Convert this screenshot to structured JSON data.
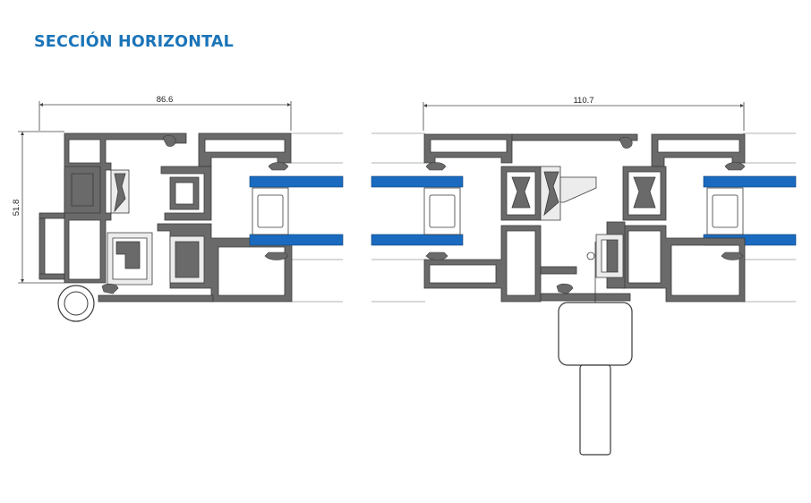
{
  "page": {
    "title": "SECCIÓN HORIZONTAL"
  },
  "colors": {
    "title": "#1b74b8",
    "profile_fill": "#6a6a6a",
    "profile_stroke": "#3a3a3a",
    "glass": "#1a6bc0",
    "line": "#444444",
    "light_fill": "#ececec"
  },
  "left_section": {
    "width_label": "86.6",
    "height_label": "51.8"
  },
  "right_section": {
    "width_label": "110.7"
  }
}
